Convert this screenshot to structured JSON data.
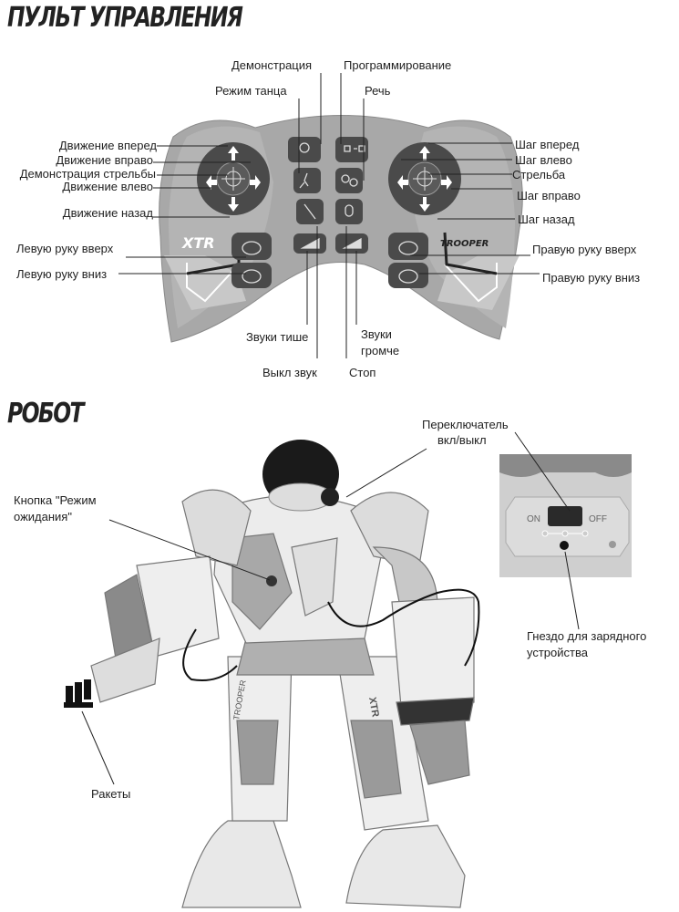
{
  "remote": {
    "heading": "ПУЛЬТ УПРАВЛЕНИЯ",
    "logo_left": "XTR",
    "logo_right": "TROOPER",
    "labels": {
      "demo": "Демонстрация",
      "programming": "Программирование",
      "dance_mode": "Режим танца",
      "speech": "Речь",
      "move_forward": "Движение вперед",
      "move_right": "Движение вправо",
      "shooting_demo": "Демонстрация стрельбы",
      "move_left": "Движение влево",
      "move_back": "Движение назад",
      "left_arm_up": "Левую руку вверх",
      "left_arm_down": "Левую руку вниз",
      "step_forward": "Шаг вперед",
      "step_left": "Шаг влево",
      "shoot": "Стрельба",
      "step_right": "Шаг вправо",
      "step_back": "Шаг назад",
      "right_arm_up": "Правую руку вверх",
      "right_arm_down": "Правую руку вниз",
      "volume_down": "Звуки тише",
      "volume_up_1": "Звуки",
      "volume_up_2": "громче",
      "mute": "Выкл звук",
      "stop": "Стоп"
    }
  },
  "robot": {
    "heading": "РОБОТ",
    "labels": {
      "switch_1": "Переключатель",
      "switch_2": "вкл/выкл",
      "standby_1": "Кнопка \"Режим",
      "standby_2": "ожидания\"",
      "charger_1": "Гнездо для зарядного",
      "charger_2": "устройства",
      "rockets": "Ракеты"
    },
    "switch_on": "ON",
    "switch_off": "OFF",
    "chest_text": "TROOPER",
    "leg_text": "XTR"
  }
}
